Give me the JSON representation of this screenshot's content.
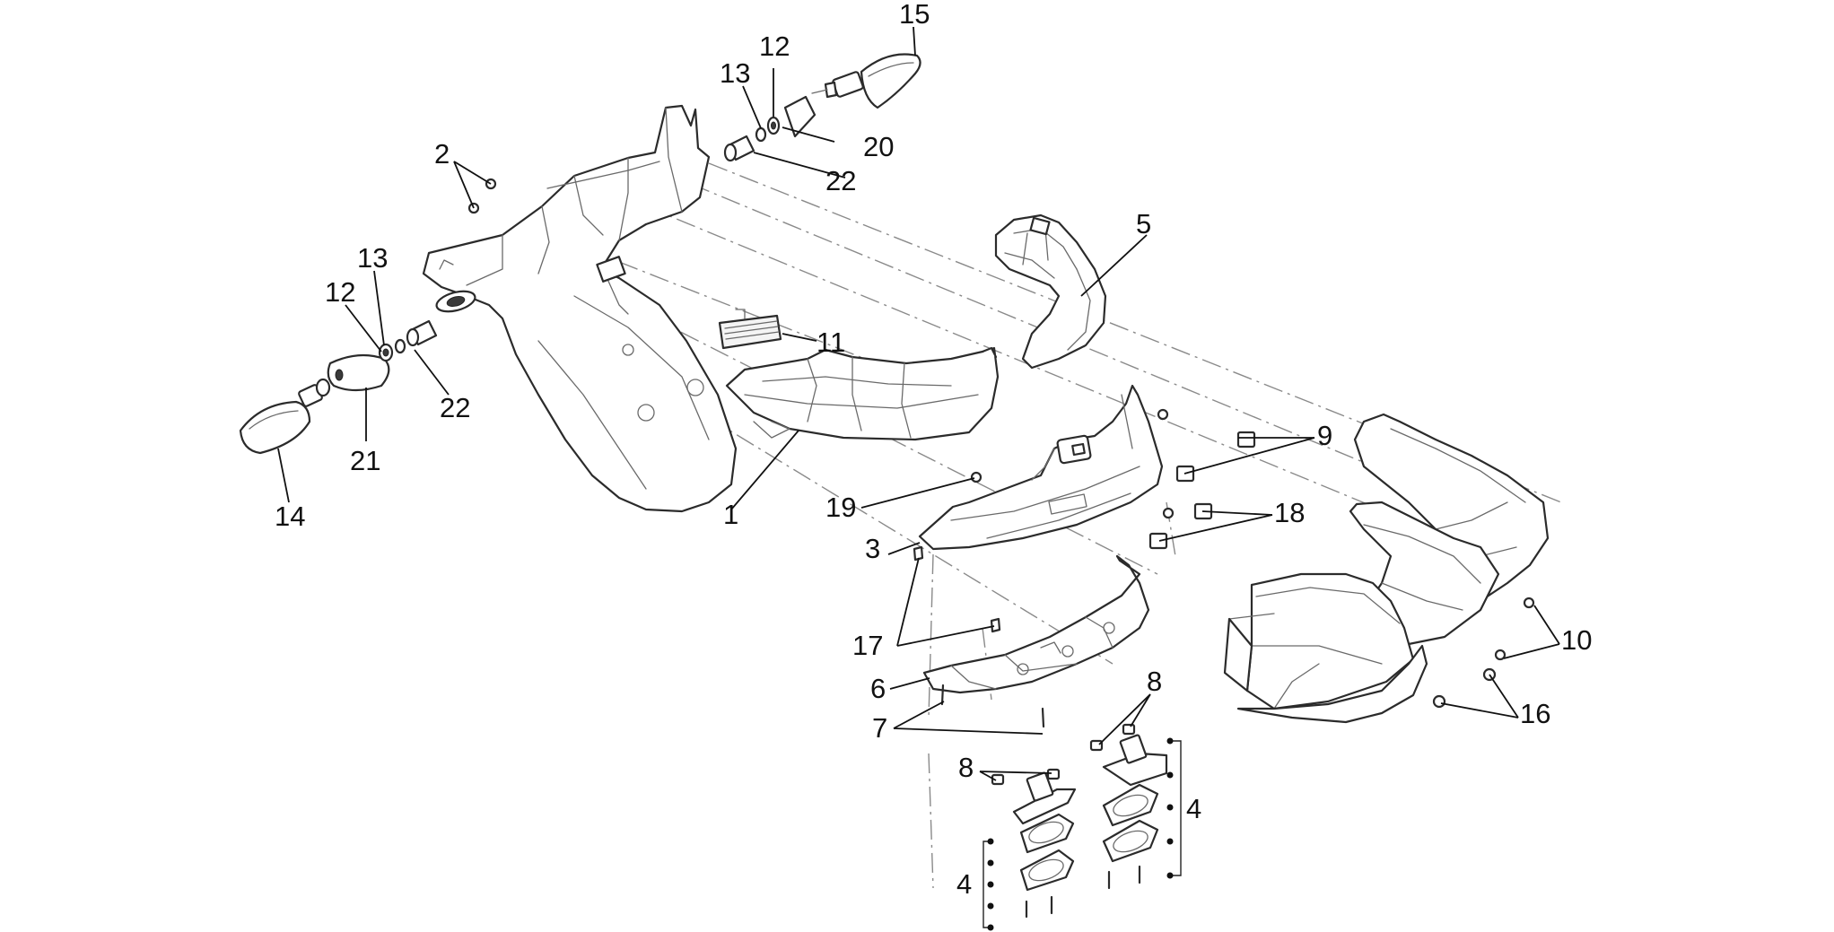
{
  "callouts": [
    {
      "id": "c15",
      "text": "15"
    },
    {
      "id": "c12a",
      "text": "12"
    },
    {
      "id": "c13a",
      "text": "13"
    },
    {
      "id": "c20",
      "text": "20"
    },
    {
      "id": "c22a",
      "text": "22"
    },
    {
      "id": "c2",
      "text": "2"
    },
    {
      "id": "c5",
      "text": "5"
    },
    {
      "id": "c13b",
      "text": "13"
    },
    {
      "id": "c12b",
      "text": "12"
    },
    {
      "id": "c11",
      "text": "11"
    },
    {
      "id": "c22b",
      "text": "22"
    },
    {
      "id": "c21",
      "text": "21"
    },
    {
      "id": "c14",
      "text": "14"
    },
    {
      "id": "c1",
      "text": "1"
    },
    {
      "id": "c9",
      "text": "9"
    },
    {
      "id": "c19",
      "text": "19"
    },
    {
      "id": "c18",
      "text": "18"
    },
    {
      "id": "c3",
      "text": "3"
    },
    {
      "id": "c10",
      "text": "10"
    },
    {
      "id": "c17",
      "text": "17"
    },
    {
      "id": "c8a",
      "text": "8"
    },
    {
      "id": "c6",
      "text": "6"
    },
    {
      "id": "c16",
      "text": "16"
    },
    {
      "id": "c7",
      "text": "7"
    },
    {
      "id": "c4a",
      "text": "4"
    },
    {
      "id": "c8b",
      "text": "8"
    },
    {
      "id": "c4b",
      "text": "4"
    }
  ]
}
